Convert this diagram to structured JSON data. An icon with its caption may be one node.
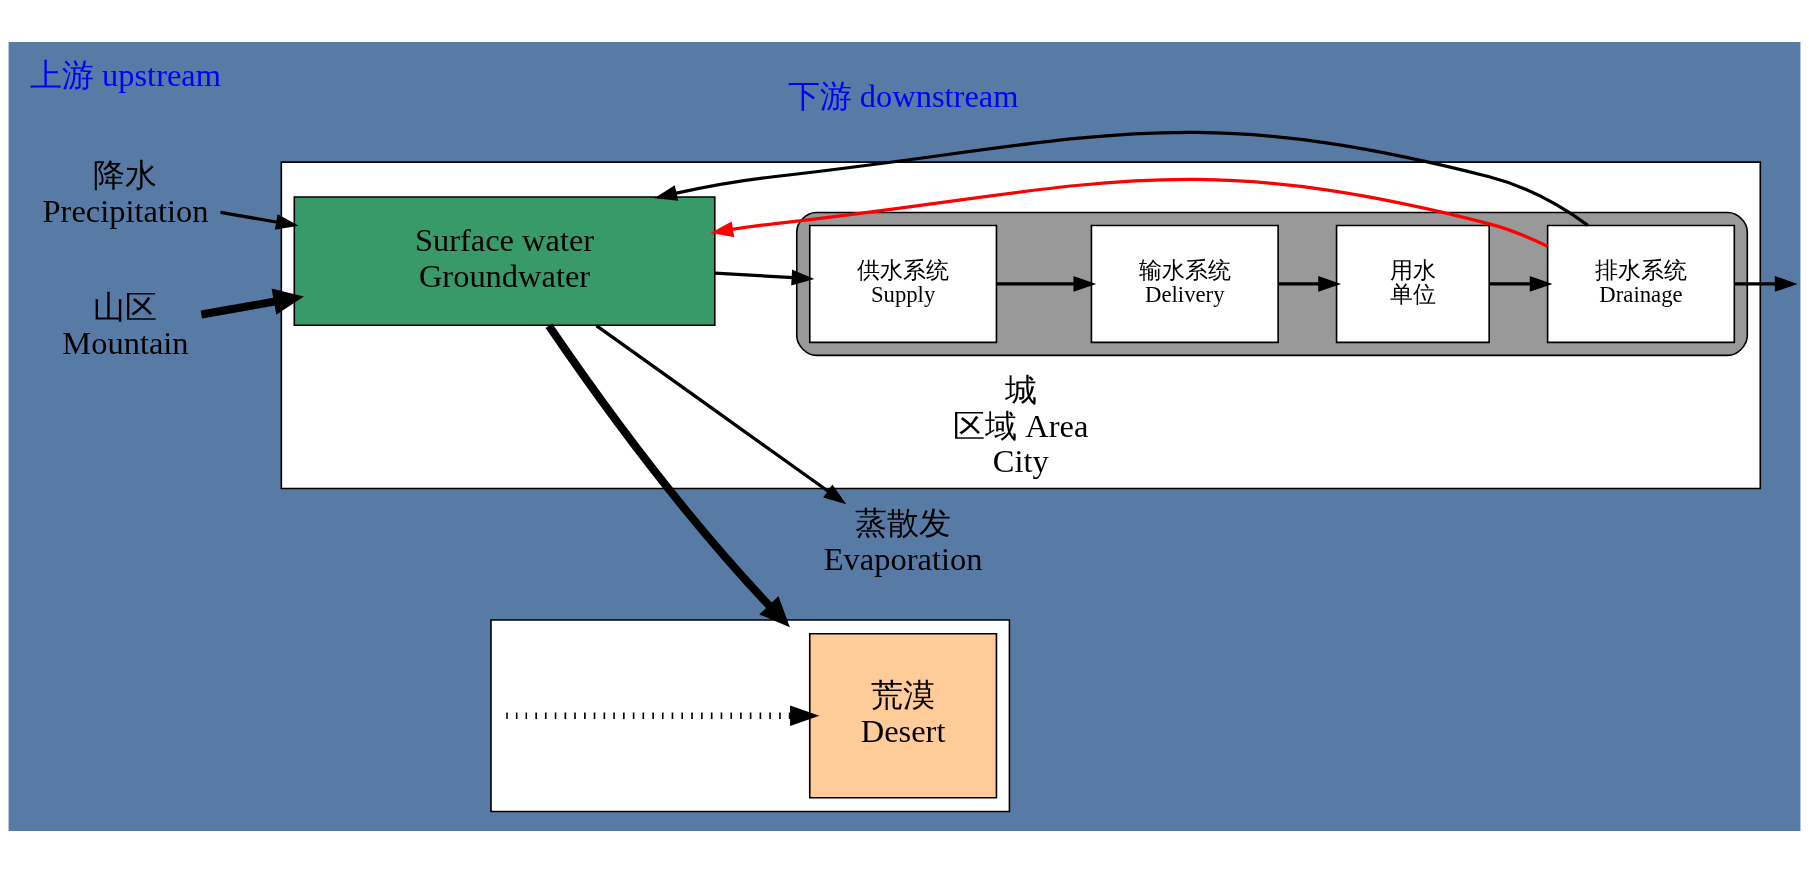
{
  "diagram": {
    "nodes": [
      {
        "text": [
          "降水",
          "Precipitation"
        ]
      },
      {
        "text": [
          "蒸散发",
          "Evaporation"
        ]
      },
      {
        "text": [
          "山区",
          "Mountain"
        ]
      },
      {
        "text": [
          "城",
          "区域 Area",
          "City"
        ]
      },
      {
        "text": [
          "Surface water",
          "Groundwater"
        ],
        "in": 3
      },
      {
        "text": [],
        "shape": "ellipse",
        "in": 3
      },
      {
        "text": [
          "供水系统",
          "Supply"
        ],
        "in": 5
      },
      {
        "text": [
          "输水系统",
          "Delivery"
        ],
        "in": 5
      },
      {
        "text": [
          "用水",
          "单位"
        ],
        "in": 5
      },
      {
        "text": [
          "排水系统",
          "Drainage"
        ],
        "in": 5
      },
      {
        "text": [],
        "shape": "box"
      },
      {
        "text": [
          "荒漠",
          "Desert"
        ],
        "in": 10
      }
    ],
    "edges": [
      {
        "from": 2,
        "to": 4,
        "arrow": "to",
        "style": "thick"
      },
      {
        "from": 0,
        "to": 4,
        "arrow": "to"
      },
      {
        "from": 4,
        "to": 1,
        "arrow": "to"
      },
      {
        "from": 4,
        "to": 10,
        "arrow": "to",
        "style": "thick"
      },
      {
        "from": null,
        "to": 11,
        "arrow": "to",
        "style": "dashed"
      },
      {
        "from": 4,
        "to": 6,
        "arrow": "to"
      },
      {
        "from": 6,
        "to": 7,
        "arrow": "to"
      },
      {
        "from": 7,
        "to": 8,
        "arrow": "to"
      },
      {
        "from": 8,
        "to": 9,
        "arrow": "to"
      },
      {
        "from": 9,
        "to": 4,
        "arrow": "to",
        "color": "#ff0000"
      },
      {
        "from": 9,
        "to": 4,
        "arrow": "to"
      },
      {
        "from": 9,
        "to": null,
        "arrow": "to"
      }
    ],
    "labels": [
      "上游 upstream",
      "下游 downstream"
    ]
  }
}
